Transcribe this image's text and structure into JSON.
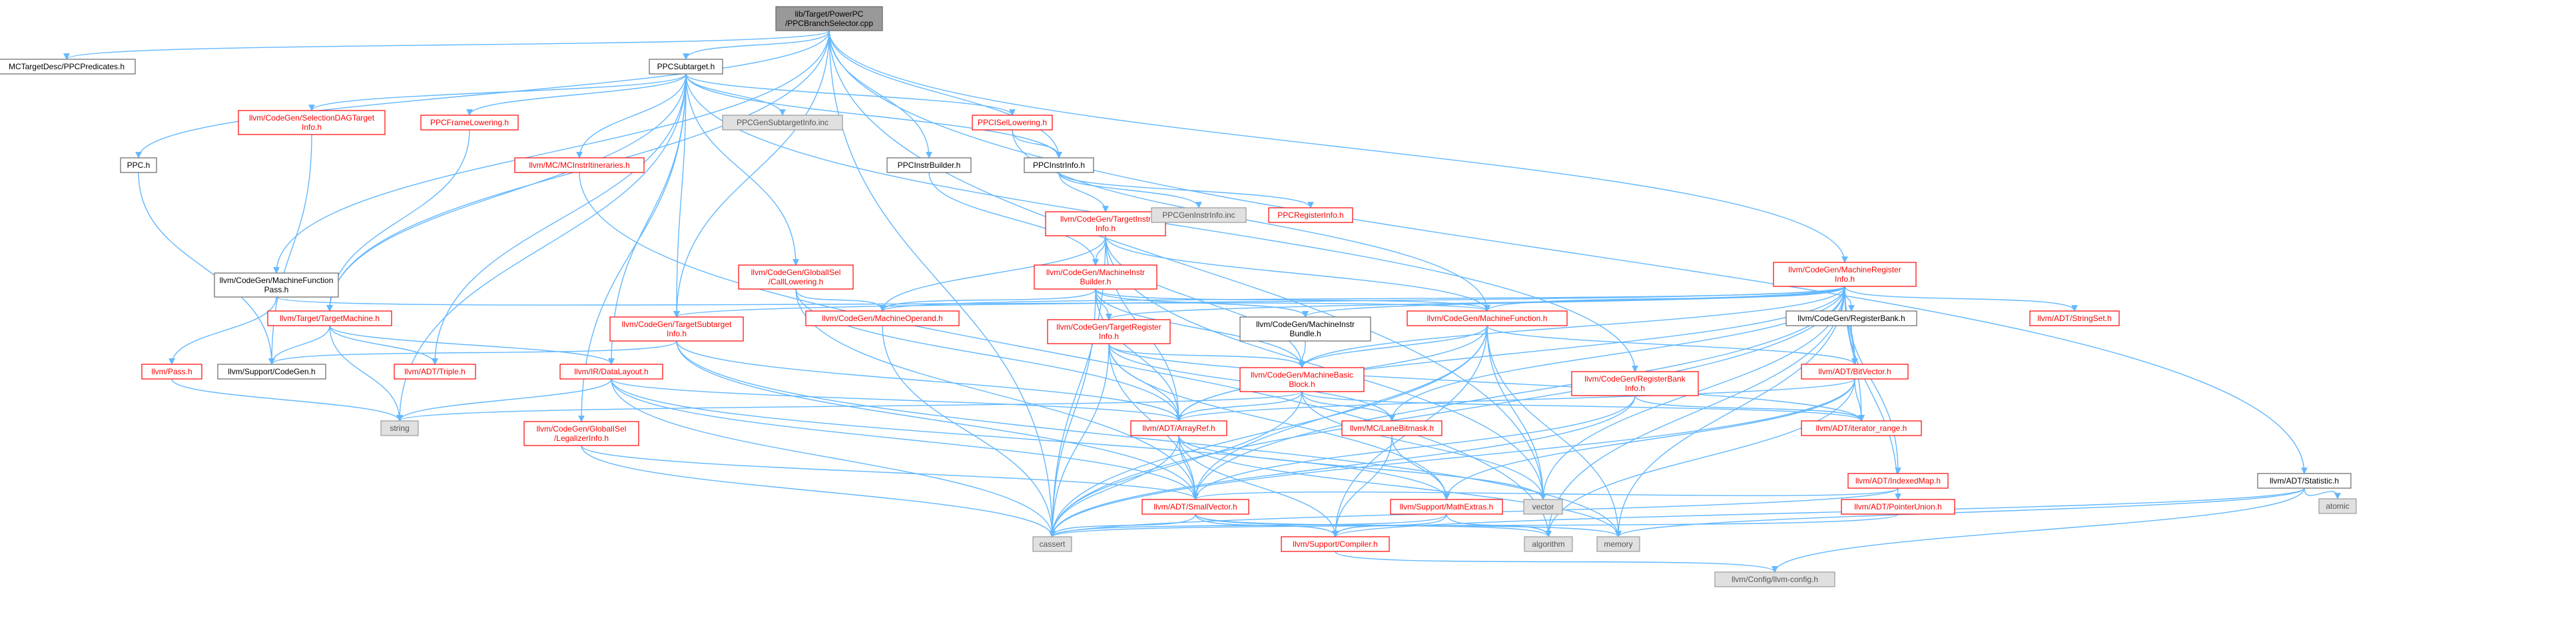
{
  "nodes": [
    {
      "id": "root",
      "lines": [
        "lib/Target/PowerPC",
        "/PPCBranchSelector.cpp"
      ],
      "kind": "root"
    },
    {
      "id": "mctd",
      "lines": [
        "MCTargetDesc/PPCPredicates.h"
      ],
      "kind": "normal"
    },
    {
      "id": "ppcsub",
      "lines": [
        "PPCSubtarget.h"
      ],
      "kind": "normal"
    },
    {
      "id": "ppch",
      "lines": [
        "PPC.h"
      ],
      "kind": "normal"
    },
    {
      "id": "mfpass",
      "lines": [
        "llvm/CodeGen/MachineFunction",
        "Pass.h"
      ],
      "kind": "normal"
    },
    {
      "id": "targetmachine",
      "lines": [
        "llvm/Target/TargetMachine.h"
      ],
      "kind": "red"
    },
    {
      "id": "pass",
      "lines": [
        "llvm/Pass.h"
      ],
      "kind": "red"
    },
    {
      "id": "supcodegen",
      "lines": [
        "llvm/Support/CodeGen.h"
      ],
      "kind": "normal"
    },
    {
      "id": "triple",
      "lines": [
        "llvm/ADT/Triple.h"
      ],
      "kind": "red"
    },
    {
      "id": "string",
      "lines": [
        "string"
      ],
      "kind": "gray"
    },
    {
      "id": "seldag",
      "lines": [
        "llvm/CodeGen/SelectionDAGTarget",
        "Info.h"
      ],
      "kind": "red"
    },
    {
      "id": "framelow",
      "lines": [
        "PPCFrameLowering.h"
      ],
      "kind": "red"
    },
    {
      "id": "mcitin",
      "lines": [
        "llvm/MC/MCInstrItineraries.h"
      ],
      "kind": "red"
    },
    {
      "id": "gensubinc",
      "lines": [
        "PPCGenSubtargetInfo.inc"
      ],
      "kind": "gray"
    },
    {
      "id": "isellow",
      "lines": [
        "PPCISelLowering.h"
      ],
      "kind": "red"
    },
    {
      "id": "instrbuilder",
      "lines": [
        "PPCInstrBuilder.h"
      ],
      "kind": "normal"
    },
    {
      "id": "instrinfo",
      "lines": [
        "PPCInstrInfo.h"
      ],
      "kind": "normal"
    },
    {
      "id": "calllow",
      "lines": [
        "llvm/CodeGen/GlobalISel",
        "/CallLowering.h"
      ],
      "kind": "red"
    },
    {
      "id": "tsubinfo",
      "lines": [
        "llvm/CodeGen/TargetSubtarget",
        "Info.h"
      ],
      "kind": "red"
    },
    {
      "id": "datalayout",
      "lines": [
        "llvm/IR/DataLayout.h"
      ],
      "kind": "red"
    },
    {
      "id": "legalizer",
      "lines": [
        "llvm/CodeGen/GlobalISel",
        "/LegalizerInfo.h"
      ],
      "kind": "red"
    },
    {
      "id": "tinstrinfo",
      "lines": [
        "llvm/CodeGen/TargetInstr",
        "Info.h"
      ],
      "kind": "red"
    },
    {
      "id": "geninstrinc",
      "lines": [
        "PPCGenInstrInfo.inc"
      ],
      "kind": "gray"
    },
    {
      "id": "reginfo",
      "lines": [
        "PPCRegisterInfo.h"
      ],
      "kind": "red"
    },
    {
      "id": "minstrbuilder",
      "lines": [
        "llvm/CodeGen/MachineInstr",
        "Builder.h"
      ],
      "kind": "red"
    },
    {
      "id": "moperand",
      "lines": [
        "llvm/CodeGen/MachineOperand.h"
      ],
      "kind": "red"
    },
    {
      "id": "treginfo",
      "lines": [
        "llvm/CodeGen/TargetRegister",
        "Info.h"
      ],
      "kind": "red"
    },
    {
      "id": "mibundle",
      "lines": [
        "llvm/CodeGen/MachineInstr",
        "Bundle.h"
      ],
      "kind": "normal"
    },
    {
      "id": "mfunction",
      "lines": [
        "llvm/CodeGen/MachineFunction.h"
      ],
      "kind": "red"
    },
    {
      "id": "mbb",
      "lines": [
        "llvm/CodeGen/MachineBasic",
        "Block.h"
      ],
      "kind": "red"
    },
    {
      "id": "mreginfo",
      "lines": [
        "llvm/CodeGen/MachineRegister",
        "Info.h"
      ],
      "kind": "red"
    },
    {
      "id": "regbank",
      "lines": [
        "llvm/CodeGen/RegisterBank.h"
      ],
      "kind": "normal"
    },
    {
      "id": "stringset",
      "lines": [
        "llvm/ADT/StringSet.h"
      ],
      "kind": "red"
    },
    {
      "id": "regbankinfo",
      "lines": [
        "llvm/CodeGen/RegisterBank",
        "Info.h"
      ],
      "kind": "red"
    },
    {
      "id": "bitvector",
      "lines": [
        "llvm/ADT/BitVector.h"
      ],
      "kind": "red"
    },
    {
      "id": "arrayref",
      "lines": [
        "llvm/ADT/ArrayRef.h"
      ],
      "kind": "red"
    },
    {
      "id": "lanebitmask",
      "lines": [
        "llvm/MC/LaneBitmask.h"
      ],
      "kind": "red"
    },
    {
      "id": "iterrange",
      "lines": [
        "llvm/ADT/iterator_range.h"
      ],
      "kind": "red"
    },
    {
      "id": "indexedmap",
      "lines": [
        "llvm/ADT/IndexedMap.h"
      ],
      "kind": "red"
    },
    {
      "id": "statistic",
      "lines": [
        "llvm/ADT/Statistic.h"
      ],
      "kind": "normal"
    },
    {
      "id": "atomic",
      "lines": [
        "atomic"
      ],
      "kind": "gray"
    },
    {
      "id": "vector",
      "lines": [
        "vector"
      ],
      "kind": "gray"
    },
    {
      "id": "smallvector",
      "lines": [
        "llvm/ADT/SmallVector.h"
      ],
      "kind": "red"
    },
    {
      "id": "mathextras",
      "lines": [
        "llvm/Support/MathExtras.h"
      ],
      "kind": "red"
    },
    {
      "id": "ptrunion",
      "lines": [
        "llvm/ADT/PointerUnion.h"
      ],
      "kind": "red"
    },
    {
      "id": "cassert",
      "lines": [
        "cassert"
      ],
      "kind": "gray"
    },
    {
      "id": "compiler",
      "lines": [
        "llvm/Support/Compiler.h"
      ],
      "kind": "red"
    },
    {
      "id": "algorithm",
      "lines": [
        "algorithm"
      ],
      "kind": "gray"
    },
    {
      "id": "memory",
      "lines": [
        "memory"
      ],
      "kind": "gray"
    },
    {
      "id": "llvmconfig",
      "lines": [
        "llvm/Config/llvm-config.h"
      ],
      "kind": "gray"
    }
  ],
  "edges": [
    [
      "root",
      "mctd"
    ],
    [
      "root",
      "ppcsub"
    ],
    [
      "root",
      "ppch"
    ],
    [
      "root",
      "mfpass"
    ],
    [
      "root",
      "targetmachine"
    ],
    [
      "root",
      "tsubinfo"
    ],
    [
      "root",
      "instrbuilder"
    ],
    [
      "root",
      "instrinfo"
    ],
    [
      "root",
      "mreginfo"
    ],
    [
      "root",
      "statistic"
    ],
    [
      "root",
      "cassert"
    ],
    [
      "root",
      "vector"
    ],
    [
      "ppcsub",
      "seldag"
    ],
    [
      "ppcsub",
      "framelow"
    ],
    [
      "ppcsub",
      "mcitin"
    ],
    [
      "ppcsub",
      "gensubinc"
    ],
    [
      "ppcsub",
      "isellow"
    ],
    [
      "ppcsub",
      "instrinfo"
    ],
    [
      "ppcsub",
      "calllow"
    ],
    [
      "ppcsub",
      "tsubinfo"
    ],
    [
      "ppcsub",
      "datalayout"
    ],
    [
      "ppcsub",
      "legalizer"
    ],
    [
      "ppcsub",
      "regbankinfo"
    ],
    [
      "ppcsub",
      "triple"
    ],
    [
      "ppcsub",
      "string"
    ],
    [
      "ppcsub",
      "targetmachine"
    ],
    [
      "ppch",
      "supcodegen"
    ],
    [
      "mfpass",
      "pass"
    ],
    [
      "mfpass",
      "mfunction"
    ],
    [
      "targetmachine",
      "supcodegen"
    ],
    [
      "targetmachine",
      "triple"
    ],
    [
      "targetmachine",
      "string"
    ],
    [
      "targetmachine",
      "datalayout"
    ],
    [
      "pass",
      "string"
    ],
    [
      "seldag",
      "supcodegen"
    ],
    [
      "framelow",
      "targetmachine"
    ],
    [
      "mcitin",
      "algorithm"
    ],
    [
      "isellow",
      "instrinfo"
    ],
    [
      "isellow",
      "mfunction"
    ],
    [
      "instrbuilder",
      "minstrbuilder"
    ],
    [
      "instrinfo",
      "tinstrinfo"
    ],
    [
      "instrinfo",
      "geninstrinc"
    ],
    [
      "instrinfo",
      "reginfo"
    ],
    [
      "calllow",
      "moperand"
    ],
    [
      "calllow",
      "smallvector"
    ],
    [
      "calllow",
      "arrayref"
    ],
    [
      "tsubinfo",
      "supcodegen"
    ],
    [
      "tsubinfo",
      "arrayref"
    ],
    [
      "tsubinfo",
      "smallvector"
    ],
    [
      "tsubinfo",
      "memory"
    ],
    [
      "datalayout",
      "arrayref"
    ],
    [
      "datalayout",
      "smallvector"
    ],
    [
      "datalayout",
      "mathextras"
    ],
    [
      "datalayout",
      "cassert"
    ],
    [
      "datalayout",
      "string"
    ],
    [
      "legalizer",
      "smallvector"
    ],
    [
      "legalizer",
      "cassert"
    ],
    [
      "tinstrinfo",
      "minstrbuilder"
    ],
    [
      "tinstrinfo",
      "mfunction"
    ],
    [
      "tinstrinfo",
      "mbb"
    ],
    [
      "tinstrinfo",
      "moperand"
    ],
    [
      "tinstrinfo",
      "arrayref"
    ],
    [
      "tinstrinfo",
      "vector"
    ],
    [
      "tinstrinfo",
      "cassert"
    ],
    [
      "minstrbuilder",
      "treginfo"
    ],
    [
      "minstrbuilder",
      "mbb"
    ],
    [
      "minstrbuilder",
      "mibundle"
    ],
    [
      "minstrbuilder",
      "mfunction"
    ],
    [
      "minstrbuilder",
      "moperand"
    ],
    [
      "minstrbuilder",
      "arrayref"
    ],
    [
      "minstrbuilder",
      "cassert"
    ],
    [
      "moperand",
      "cassert"
    ],
    [
      "treginfo",
      "mbb"
    ],
    [
      "treginfo",
      "lanebitmask"
    ],
    [
      "treginfo",
      "arrayref"
    ],
    [
      "treginfo",
      "smallvector"
    ],
    [
      "treginfo",
      "iterrange"
    ],
    [
      "treginfo",
      "mathextras"
    ],
    [
      "treginfo",
      "cassert"
    ],
    [
      "mibundle",
      "mbb"
    ],
    [
      "mfunction",
      "mbb"
    ],
    [
      "mfunction",
      "arrayref"
    ],
    [
      "mfunction",
      "smallvector"
    ],
    [
      "mfunction",
      "bitvector"
    ],
    [
      "mfunction",
      "vector"
    ],
    [
      "mfunction",
      "memory"
    ],
    [
      "mfunction",
      "compiler"
    ],
    [
      "mfunction",
      "cassert"
    ],
    [
      "mbb",
      "lanebitmask"
    ],
    [
      "mbb",
      "arrayref"
    ],
    [
      "mbb",
      "iterrange"
    ],
    [
      "mbb",
      "string"
    ],
    [
      "mbb",
      "vector"
    ],
    [
      "mbb",
      "cassert"
    ],
    [
      "mreginfo",
      "regbank"
    ],
    [
      "mreginfo",
      "stringset"
    ],
    [
      "mreginfo",
      "bitvector"
    ],
    [
      "mreginfo",
      "indexedmap"
    ],
    [
      "mreginfo",
      "ptrunion"
    ],
    [
      "mreginfo",
      "arrayref"
    ],
    [
      "mreginfo",
      "smallvector"
    ],
    [
      "mreginfo",
      "iterrange"
    ],
    [
      "mreginfo",
      "mfunction"
    ],
    [
      "mreginfo",
      "mbb"
    ],
    [
      "mreginfo",
      "moperand"
    ],
    [
      "mreginfo",
      "tsubinfo"
    ],
    [
      "mreginfo",
      "treginfo"
    ],
    [
      "mreginfo",
      "mibundle"
    ],
    [
      "mreginfo",
      "lanebitmask"
    ],
    [
      "mreginfo",
      "vector"
    ],
    [
      "mreginfo",
      "memory"
    ],
    [
      "mreginfo",
      "cassert"
    ],
    [
      "mreginfo",
      "algorithm"
    ],
    [
      "regbank",
      "bitvector"
    ],
    [
      "regbankinfo",
      "iterrange"
    ],
    [
      "regbankinfo",
      "smallvector"
    ],
    [
      "regbankinfo",
      "cassert"
    ],
    [
      "bitvector",
      "arrayref"
    ],
    [
      "bitvector",
      "iterrange"
    ],
    [
      "bitvector",
      "mathextras"
    ],
    [
      "bitvector",
      "algorithm"
    ],
    [
      "bitvector",
      "cassert"
    ],
    [
      "arrayref",
      "smallvector"
    ],
    [
      "arrayref",
      "compiler"
    ],
    [
      "arrayref",
      "cassert"
    ],
    [
      "arrayref",
      "vector"
    ],
    [
      "arrayref",
      "memory"
    ],
    [
      "lanebitmask",
      "mathextras"
    ],
    [
      "lanebitmask",
      "compiler"
    ],
    [
      "indexedmap",
      "smallvector"
    ],
    [
      "indexedmap",
      "cassert"
    ],
    [
      "statistic",
      "compiler"
    ],
    [
      "statistic",
      "llvmconfig"
    ],
    [
      "statistic",
      "atomic"
    ],
    [
      "statistic",
      "memory"
    ],
    [
      "smallvector",
      "compiler"
    ],
    [
      "smallvector",
      "cassert"
    ],
    [
      "smallvector",
      "memory"
    ],
    [
      "smallvector",
      "algorithm"
    ],
    [
      "mathextras",
      "compiler"
    ],
    [
      "mathextras",
      "cassert"
    ],
    [
      "mathextras",
      "algorithm"
    ],
    [
      "ptrunion",
      "cassert"
    ],
    [
      "compiler",
      "llvmconfig"
    ]
  ]
}
